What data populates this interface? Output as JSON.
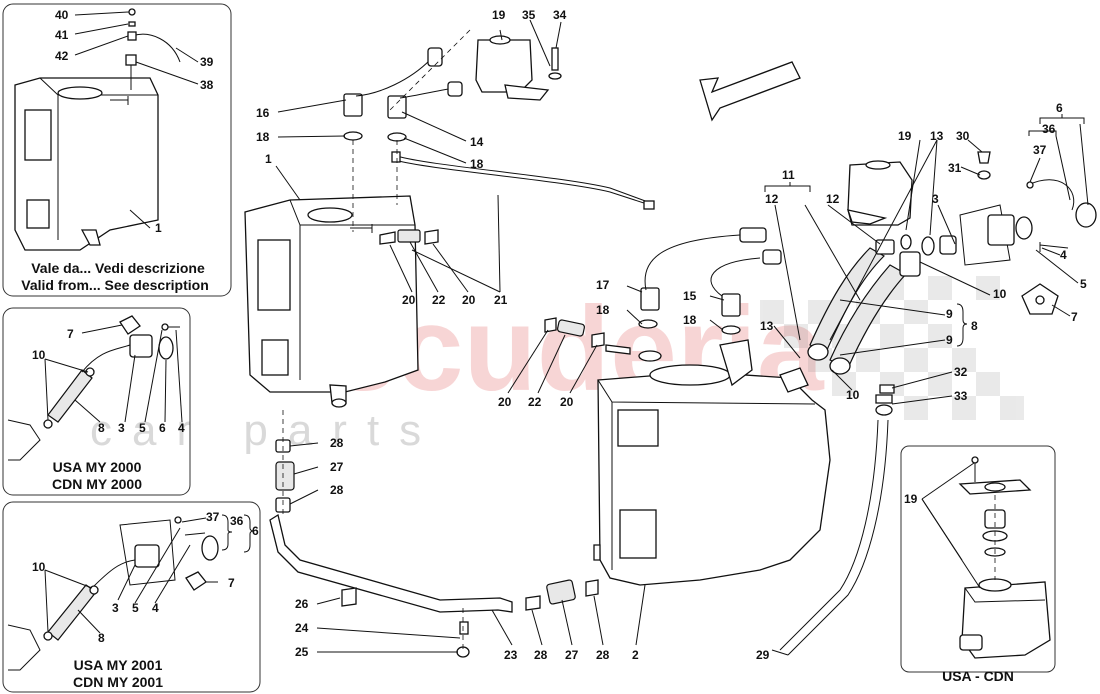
{
  "watermark": {
    "brand": "scuderia",
    "sub": "car parts"
  },
  "insets": {
    "top_left": {
      "lines": [
        "Vale da... Vedi descrizione",
        "Valid from... See description"
      ]
    },
    "mid_left": {
      "lines": [
        "USA MY 2000",
        "CDN MY 2000"
      ]
    },
    "bottom_left": {
      "lines": [
        "USA MY 2001",
        "CDN MY 2001"
      ]
    },
    "bottom_right": {
      "lines": [
        "USA - CDN"
      ]
    }
  },
  "callouts": {
    "c40": "40",
    "c41": "41",
    "c42": "42",
    "c39": "39",
    "c38": "38",
    "c1a": "1",
    "c7a": "7",
    "c10a": "10",
    "c8a": "8",
    "c3a": "3",
    "c5a": "5",
    "c6a": "6",
    "c4a": "4",
    "c37a": "37",
    "c36a": "36",
    "c6b": "6",
    "c10b": "10",
    "c3b": "3",
    "c5b": "5",
    "c4b": "4",
    "c7b": "7",
    "c8b": "8",
    "c19a": "19",
    "c35": "35",
    "c34": "34",
    "c16": "16",
    "c18a": "18",
    "c14": "14",
    "c18b": "18",
    "c1b": "1",
    "c20a": "20",
    "c22a": "22",
    "c20b": "20",
    "c21": "21",
    "c17": "17",
    "c18c": "18",
    "c15": "15",
    "c18d": "18",
    "c20c": "20",
    "c22b": "22",
    "c20d": "20",
    "c28a": "28",
    "c27a": "27",
    "c28b": "28",
    "c26": "26",
    "c24": "24",
    "c25": "25",
    "c23": "23",
    "c28c": "28",
    "c27b": "27",
    "c28d": "28",
    "c2": "2",
    "c29": "29",
    "c6c": "6",
    "c36b": "36",
    "c37b": "37",
    "c19b": "19",
    "c13a": "13",
    "c30": "30",
    "c31": "31",
    "c11": "11",
    "c12a": "12",
    "c12b": "12",
    "c3c": "3",
    "c4c": "4",
    "c5c": "5",
    "c10c": "10",
    "c7c": "7",
    "c9a": "9",
    "c8c": "8",
    "c9b": "9",
    "c13b": "13",
    "c10d": "10",
    "c32": "32",
    "c33": "33",
    "c19c": "19"
  }
}
